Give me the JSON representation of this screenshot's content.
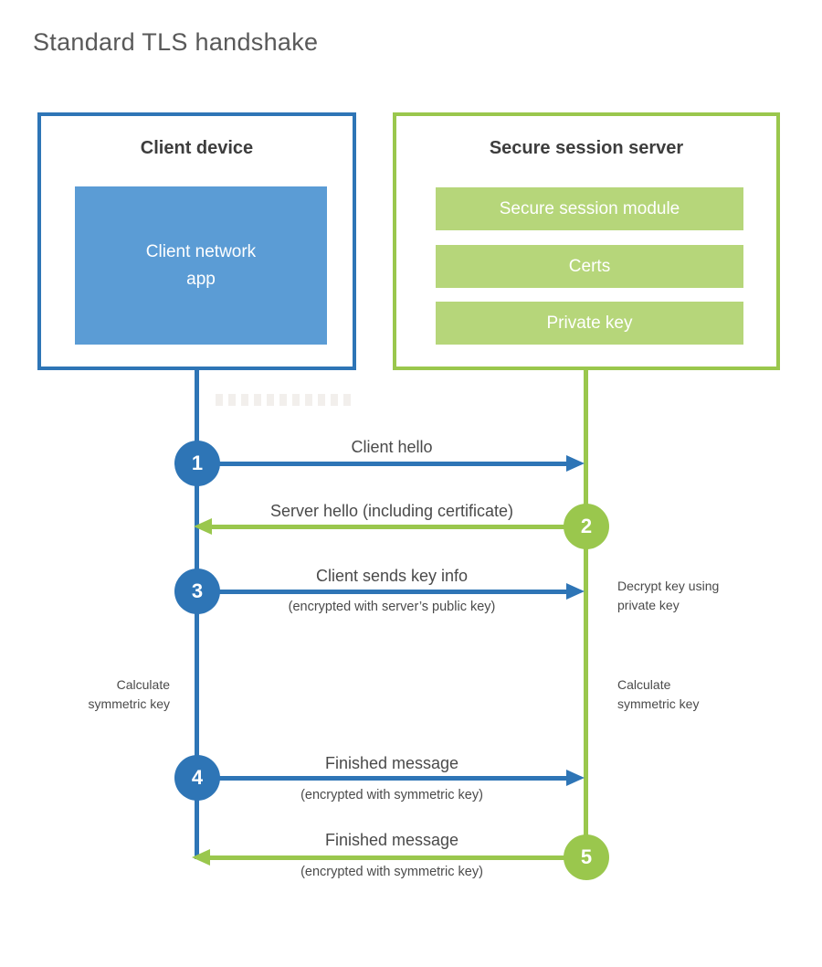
{
  "title": "Standard TLS handshake",
  "colors": {
    "blue": "#2e75b6",
    "blue_light": "#5b9cd5",
    "green": "#9ac74d",
    "green_light": "#b6d67a"
  },
  "client": {
    "title": "Client device",
    "app_label": "Client network app"
  },
  "server": {
    "title": "Secure session server",
    "modules": [
      {
        "label": "Secure session module"
      },
      {
        "label": "Certs"
      },
      {
        "label": "Private key"
      }
    ]
  },
  "steps": [
    {
      "number": "1",
      "actor": "client",
      "direction": "right",
      "label": "Client hello",
      "sublabel": ""
    },
    {
      "number": "2",
      "actor": "server",
      "direction": "left",
      "label": "Server hello (including certificate)",
      "sublabel": ""
    },
    {
      "number": "3",
      "actor": "client",
      "direction": "right",
      "label": "Client sends key info",
      "sublabel": "(encrypted with server’s public key)"
    },
    {
      "number": "4",
      "actor": "client",
      "direction": "right",
      "label": "Finished message",
      "sublabel": "(encrypted with symmetric key)"
    },
    {
      "number": "5",
      "actor": "server",
      "direction": "left",
      "label": "Finished message",
      "sublabel": "(encrypted with symmetric key)"
    }
  ],
  "notes": {
    "decrypt": "Decrypt key using private key",
    "calculate_left": "Calculate symmetric key",
    "calculate_right": "Calculate symmetric key"
  }
}
